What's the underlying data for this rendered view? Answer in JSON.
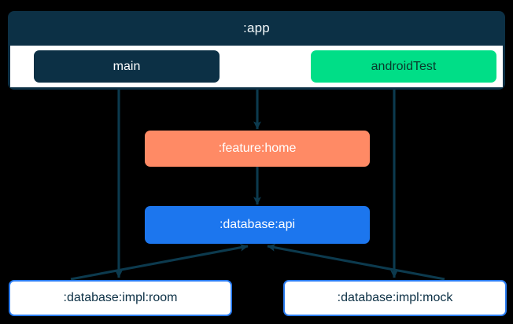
{
  "diagram": {
    "type": "module-dependency-graph",
    "background_color": "#000000",
    "edge_color": "#0c3a4e",
    "app_subgraph": {
      "title": ":app",
      "container_color": "#0c3045",
      "body_color": "#ffffff",
      "source_sets": [
        {
          "label": "main",
          "fill": "#0c3045",
          "text_color": "#ffffff"
        },
        {
          "label": "androidTest",
          "fill": "#00de87",
          "text_color": "#093a2c"
        }
      ]
    },
    "nodes": [
      {
        "id": "feature-home",
        "label": ":feature:home",
        "fill": "#ff8a65",
        "text_color": "#ffffff",
        "style": "solid"
      },
      {
        "id": "database-api",
        "label": ":database:api",
        "fill": "#1c76ee",
        "text_color": "#ffffff",
        "style": "solid"
      },
      {
        "id": "database-impl-room",
        "label": ":database:impl:room",
        "fill": "#ffffff",
        "text_color": "#0c3045",
        "style": "outlined",
        "border_color": "#2b7cf0"
      },
      {
        "id": "database-impl-mock",
        "label": ":database:impl:mock",
        "fill": "#ffffff",
        "text_color": "#0c3045",
        "style": "outlined",
        "border_color": "#2b7cf0"
      }
    ],
    "edges": [
      {
        "from": "app",
        "to": "feature-home",
        "arrow": true
      },
      {
        "from": "main",
        "to": "database-impl-room",
        "arrow": true
      },
      {
        "from": "androidTest",
        "to": "database-impl-mock",
        "arrow": true
      },
      {
        "from": "feature-home",
        "to": "database-api",
        "arrow": true
      },
      {
        "from": "database-impl-room",
        "to": "database-api",
        "arrow": true
      },
      {
        "from": "database-impl-mock",
        "to": "database-api",
        "arrow": true
      }
    ]
  }
}
